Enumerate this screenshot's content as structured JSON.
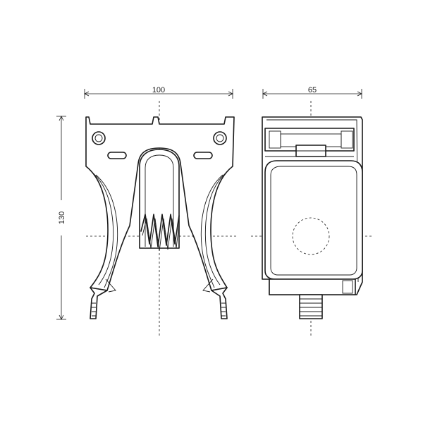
{
  "dimensions": {
    "front_width": "100",
    "side_width": "65",
    "height": "130"
  }
}
